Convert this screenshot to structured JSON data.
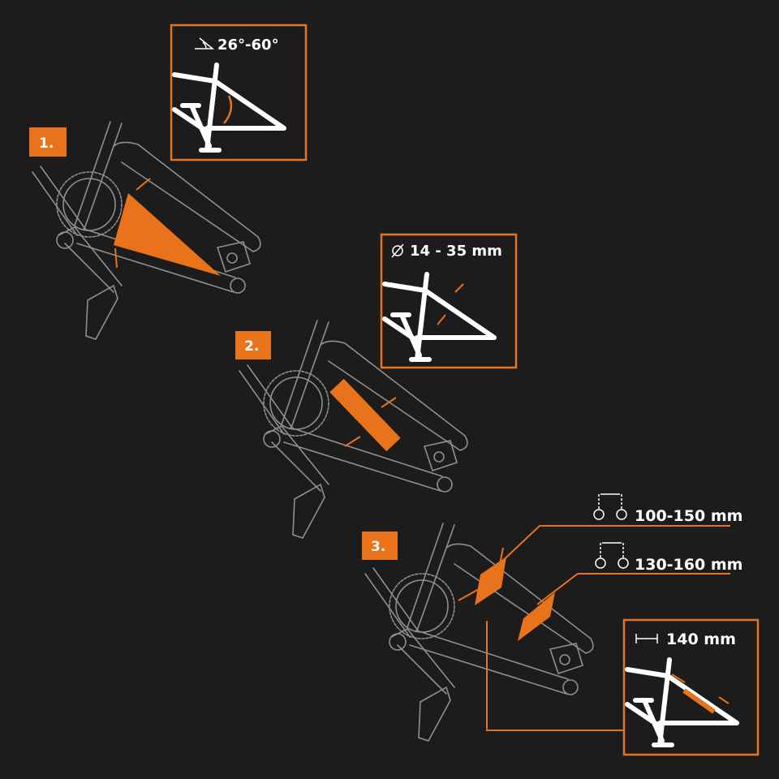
{
  "colors": {
    "accent": "#e8731a",
    "background": "#1c1c1c",
    "frame": "#8f8f8f",
    "white": "#ffffff"
  },
  "steps": [
    {
      "label": "1.",
      "inset_icon": "angle-icon",
      "inset_label": "26°-60°"
    },
    {
      "label": "2.",
      "inset_icon": "diameter-icon",
      "inset_label": "14 - 35 mm"
    },
    {
      "label": "3.",
      "inset_icon": "width-icon",
      "inset_label": "140 mm"
    }
  ],
  "mount_spacing": [
    {
      "icon": "bolt-spacing-icon",
      "label": "100-150 mm"
    },
    {
      "icon": "bolt-spacing-icon",
      "label": "130-160 mm"
    }
  ]
}
